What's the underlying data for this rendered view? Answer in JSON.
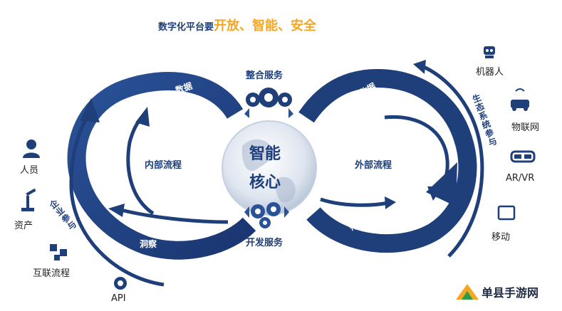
{
  "title": {
    "prefix": "数字化平台要",
    "highlight": "开放、智能、安全"
  },
  "hub": {
    "top": "整合服务",
    "bottom": "开发服务",
    "core_line1": "智能",
    "core_line2": "核心"
  },
  "loops": {
    "left": {
      "name": "内部流程",
      "arrow_top": "数据",
      "arrow_bottom": "洞察"
    },
    "right": {
      "name": "外部流程",
      "arrow_top": "数据",
      "arrow_bottom": "行动"
    }
  },
  "side_labels": {
    "left": "企业参与",
    "right": "生态系统参与"
  },
  "left_items": [
    {
      "label": "人员",
      "icon": "person-icon"
    },
    {
      "label": "资产",
      "icon": "robot-arm-icon"
    },
    {
      "label": "互联流程",
      "icon": "connected-process-icon"
    },
    {
      "label": "API",
      "icon": "api-gear-icon"
    }
  ],
  "right_items": [
    {
      "label": "机器人",
      "icon": "robot-icon"
    },
    {
      "label": "物联网",
      "icon": "car-icon"
    },
    {
      "label": "AR/VR",
      "icon": "vr-headset-icon"
    },
    {
      "label": "移动",
      "icon": "tablet-icon"
    }
  ],
  "watermark": {
    "text": "单县手游网"
  },
  "colors": {
    "navy": "#1f3f7a",
    "blue": "#2a5298",
    "accent": "#f5a623"
  }
}
